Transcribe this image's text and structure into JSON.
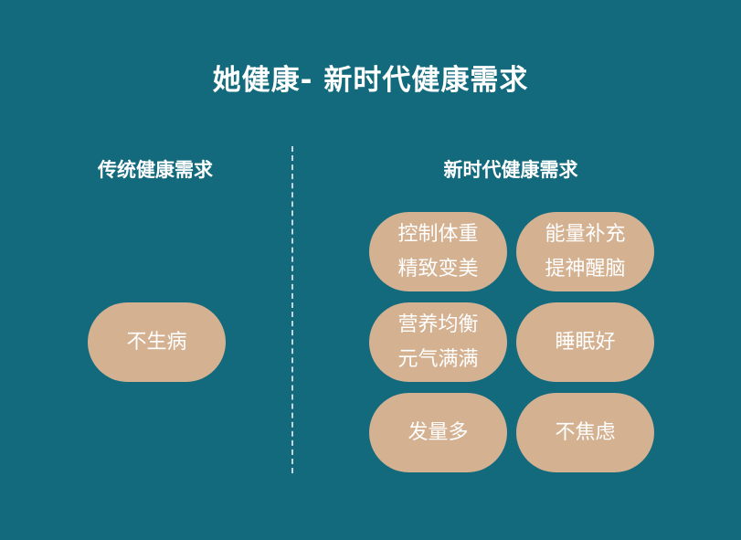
{
  "title": "她健康- 新时代健康需求",
  "left_column": {
    "heading": "传统健康需求",
    "items": [
      {
        "lines": [
          "不生病"
        ]
      }
    ]
  },
  "right_column": {
    "heading": "新时代健康需求",
    "items": [
      {
        "lines": [
          "控制体重",
          "精致变美"
        ]
      },
      {
        "lines": [
          "能量补充",
          "提神醒脑"
        ]
      },
      {
        "lines": [
          "营养均衡",
          "元气满满"
        ]
      },
      {
        "lines": [
          "睡眠好"
        ]
      },
      {
        "lines": [
          "发量多"
        ]
      },
      {
        "lines": [
          "不焦虑"
        ]
      }
    ]
  },
  "colors": {
    "background": "#136A7D",
    "pill": "#D4B191",
    "text": "#FFFFFF"
  }
}
